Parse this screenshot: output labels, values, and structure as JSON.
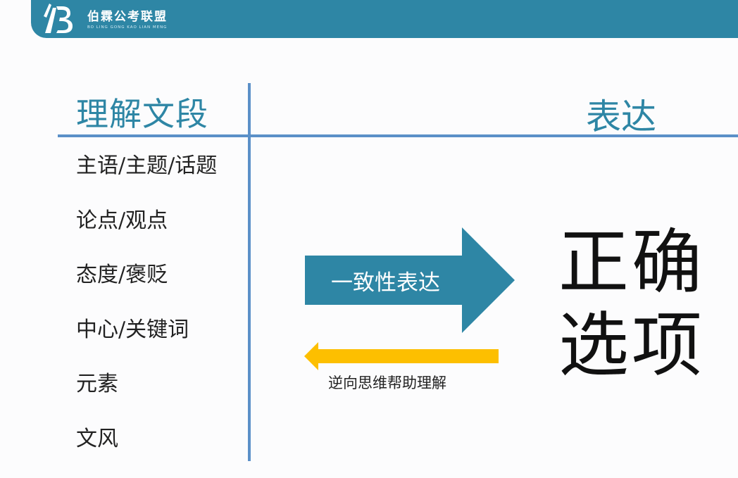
{
  "header": {
    "brand_name": "伯霖公考联盟",
    "brand_subtitle": "BO LING GONG KAO LIAN MENG",
    "logo_icon": "letter-b-logo-icon",
    "bar_color": "#2e86a5"
  },
  "table": {
    "left_header": "理解文段",
    "right_header": "表达",
    "header_color": "#2e86a5",
    "rule_color": "#5b90c8",
    "items": [
      "主语/主题/话题",
      "论点/观点",
      "态度/褒贬",
      "中心/关键词",
      "元素",
      "文风"
    ]
  },
  "flow": {
    "forward_label": "一致性表达",
    "forward_color": "#2e86a5",
    "reverse_label": "逆向思维帮助理解",
    "reverse_color": "#fdbf00",
    "result_line1": "正确",
    "result_line2": "选项"
  }
}
